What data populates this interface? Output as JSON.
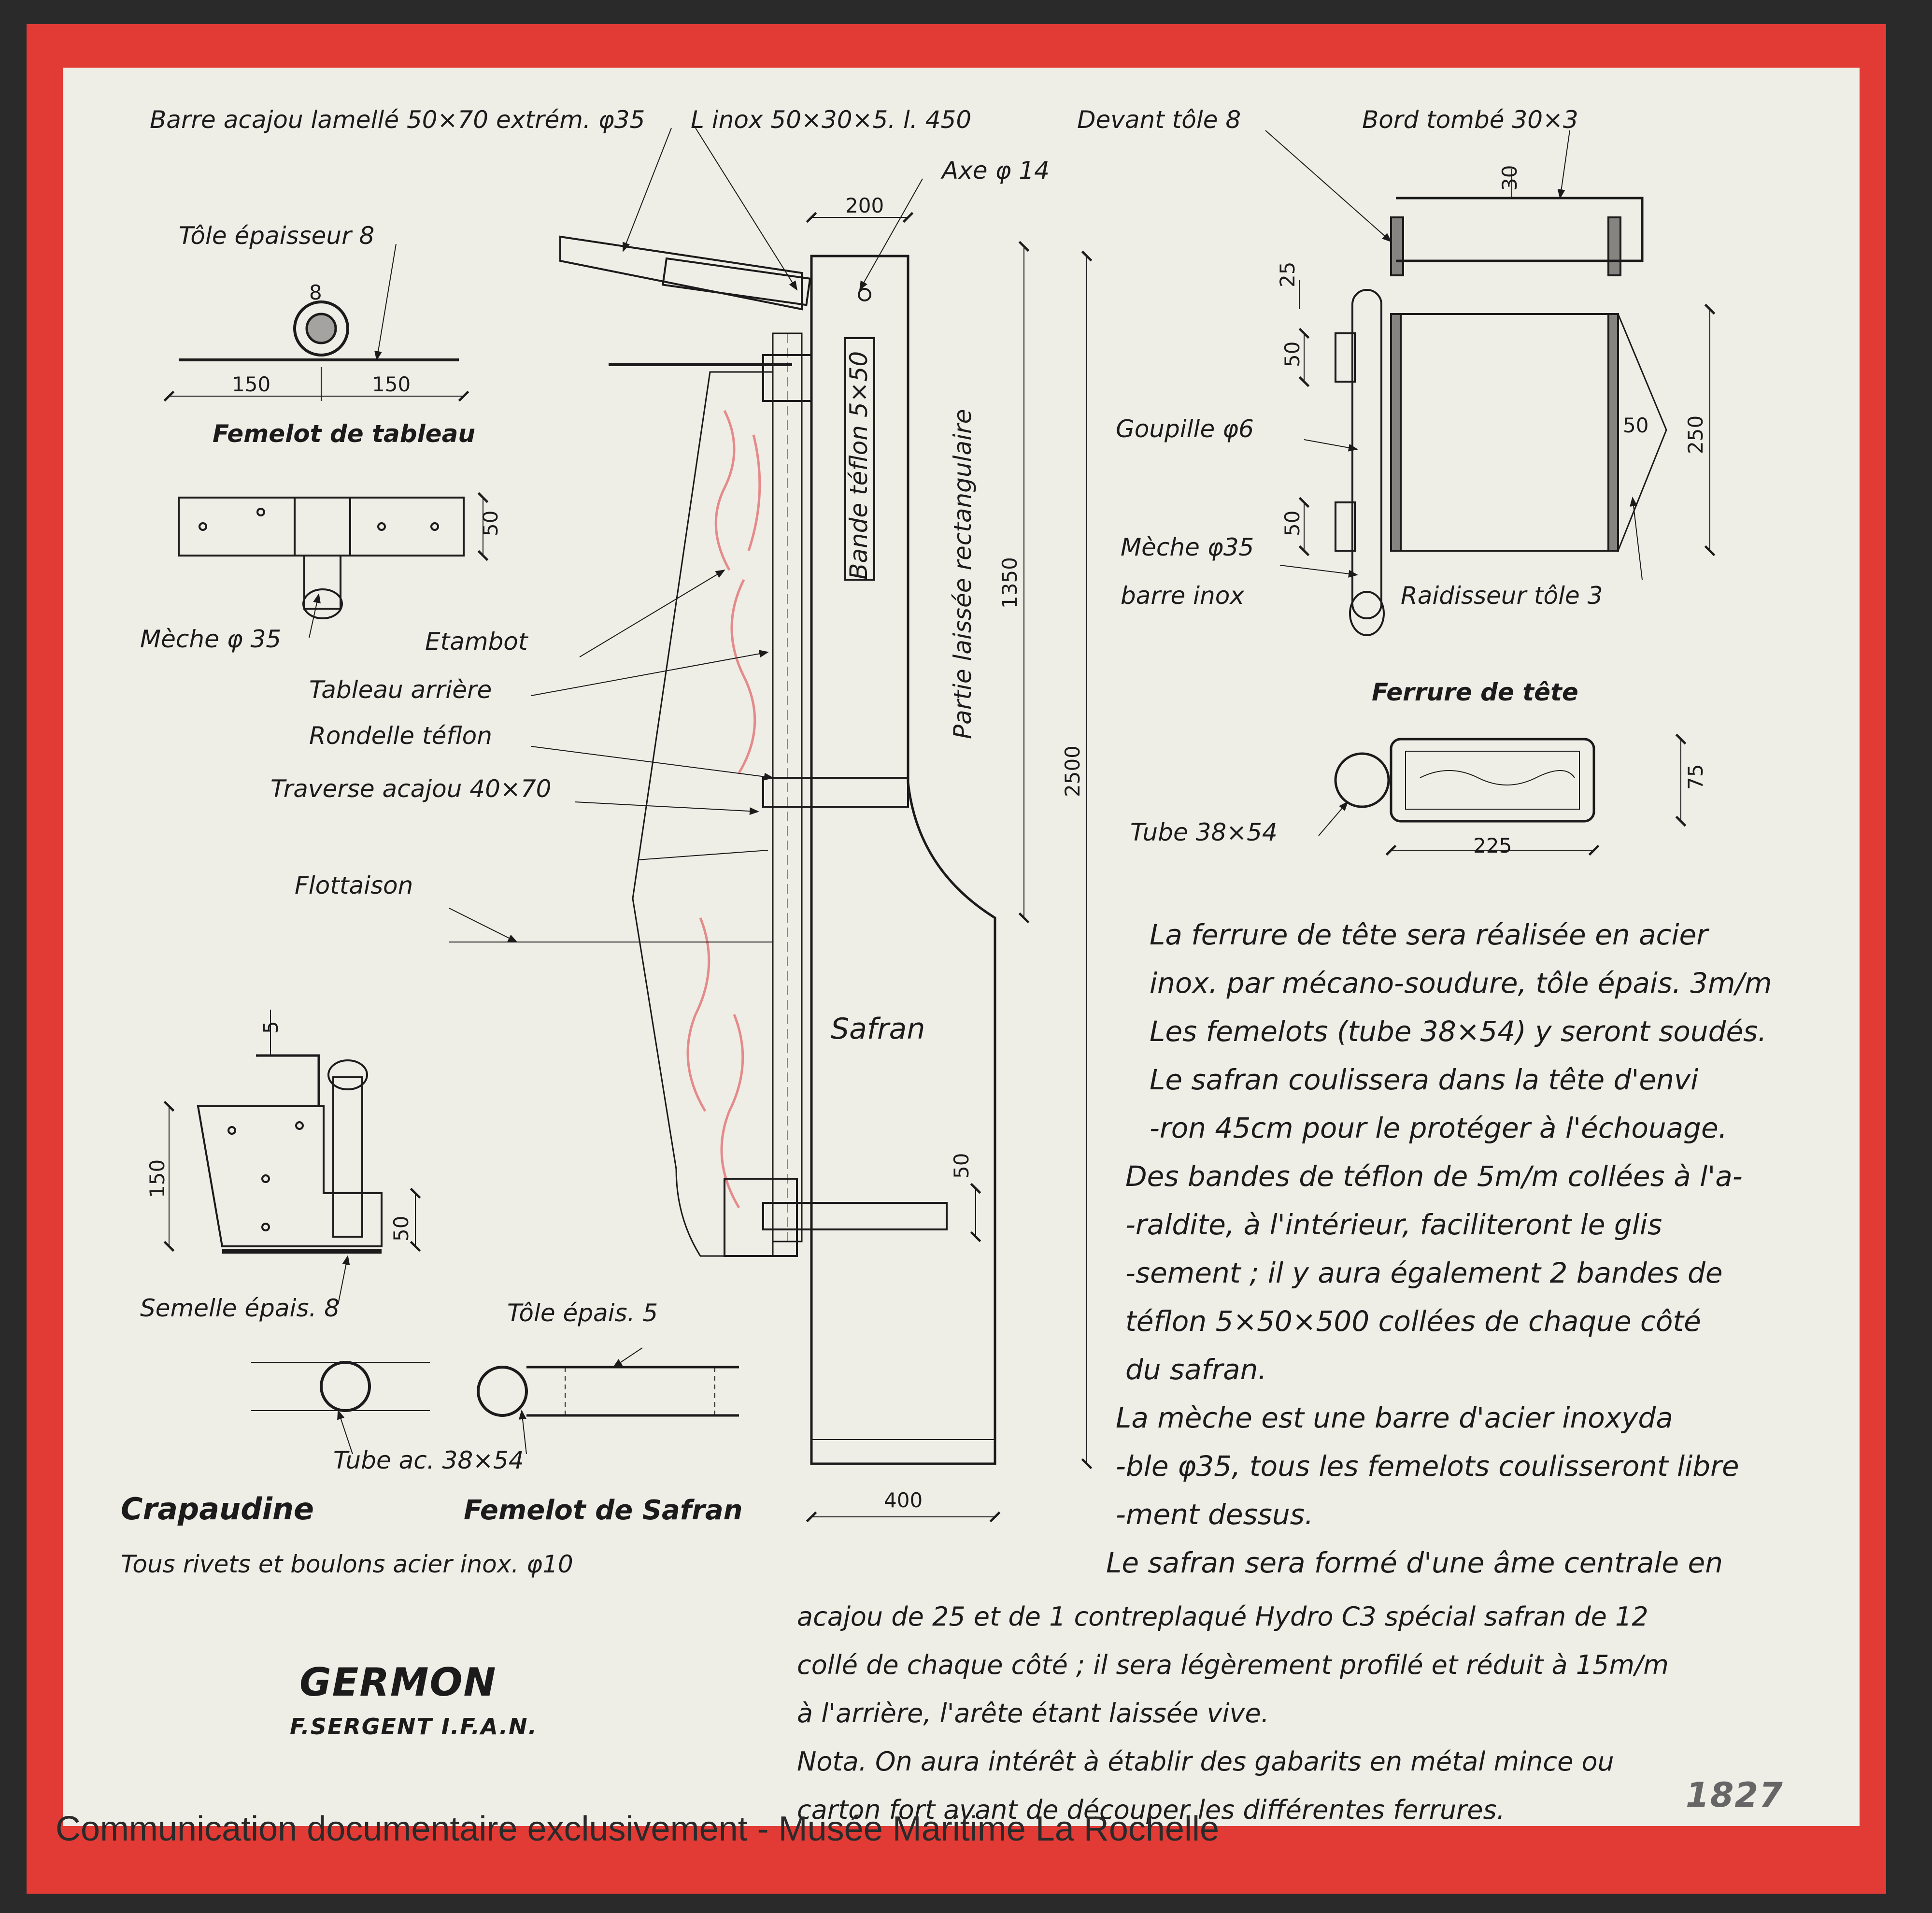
{
  "colors": {
    "frame": "#e23b35",
    "paper": "#eeede6",
    "ink": "#1b1b1b",
    "wood_hatch": "#e58a8a"
  },
  "labels": {
    "barre_acajou": "Barre acajou lamellé 50×70 extrém. φ35",
    "l_inox": "L inox 50×30×5. l. 450",
    "axe": "Axe φ 14",
    "devant_tole": "Devant tôle 8",
    "bord_tombe": "Bord tombé 30×3",
    "tole_epaisseur": "Tôle épaisseur 8",
    "femelot_tableau": "Femelot de tableau",
    "meche_35": "Mèche φ 35",
    "etambot": "Etambot",
    "tableau_arriere": "Tableau arrière",
    "rondelle_teflon": "Rondelle téflon",
    "traverse": "Traverse acajou 40×70",
    "flottaison": "Flottaison",
    "bande_teflon": "Bande téflon 5×50",
    "partie_laissee": "Partie laissée rectangulaire",
    "safran": "Safran",
    "goupille": "Goupille φ6",
    "meche_35_b": "Mèche φ35",
    "barre_inox": "barre inox",
    "raidisseur": "Raidisseur tôle 3",
    "ferrure_tete": "Ferrure de tête",
    "tube_38x54": "Tube 38×54",
    "semelle": "Semelle épais. 8",
    "tole_epais_5": "Tôle épais. 5",
    "tube_ac": "Tube ac. 38×54",
    "crapaudine": "Crapaudine",
    "femelot_safran": "Femelot de Safran",
    "tous_rivets": "Tous rivets et boulons acier inox. φ10"
  },
  "dimensions": {
    "d200": "200",
    "d1350": "1350",
    "d2500": "2500",
    "d400": "400",
    "d150a": "150",
    "d150b": "150",
    "d50a": "50",
    "d30": "30",
    "d25": "25",
    "d50b": "50",
    "d50c": "50",
    "d50d": "50",
    "d250": "250",
    "d75": "75",
    "d225": "225",
    "d5": "5",
    "d150c": "150",
    "d50e": "50",
    "d50f": "50",
    "d8": "8"
  },
  "notes": [
    "La ferrure de tête sera réalisée en acier",
    "inox. par mécano-soudure, tôle épais. 3m/m",
    "Les femelots (tube 38×54) y seront soudés.",
    "Le safran coulissera dans la tête d'envi",
    "-ron 45cm pour le protéger à l'échouage.",
    "Des bandes de téflon de 5m/m collées à l'a-",
    "-raldite, à l'intérieur, faciliteront le glis",
    "-sement ; il y aura également 2 bandes de",
    "téflon 5×50×500 collées de chaque côté",
    "du safran.",
    "La mèche est une barre d'acier inoxyda",
    "-ble φ35, tous les femelots coulisseront libre",
    "-ment dessus.",
    "Le safran sera formé d'une âme centrale en",
    "acajou de 25 et de 1 contreplaqué Hydro C3 spécial safran de 12",
    "collé de chaque côté ; il sera légèrement profilé et réduit à 15m/m",
    "à l'arrière, l'arête étant laissée vive.",
    "Nota. On aura intérêt à établir des gabarits en métal mince ou",
    "carton fort avant de découper les différentes ferrures."
  ],
  "title": {
    "name": "GERMON",
    "author": "F.SERGENT I.F.A.N.",
    "number": "1827"
  },
  "watermark": "Communication documentaire exclusivement - Musée Maritime La Rochelle"
}
